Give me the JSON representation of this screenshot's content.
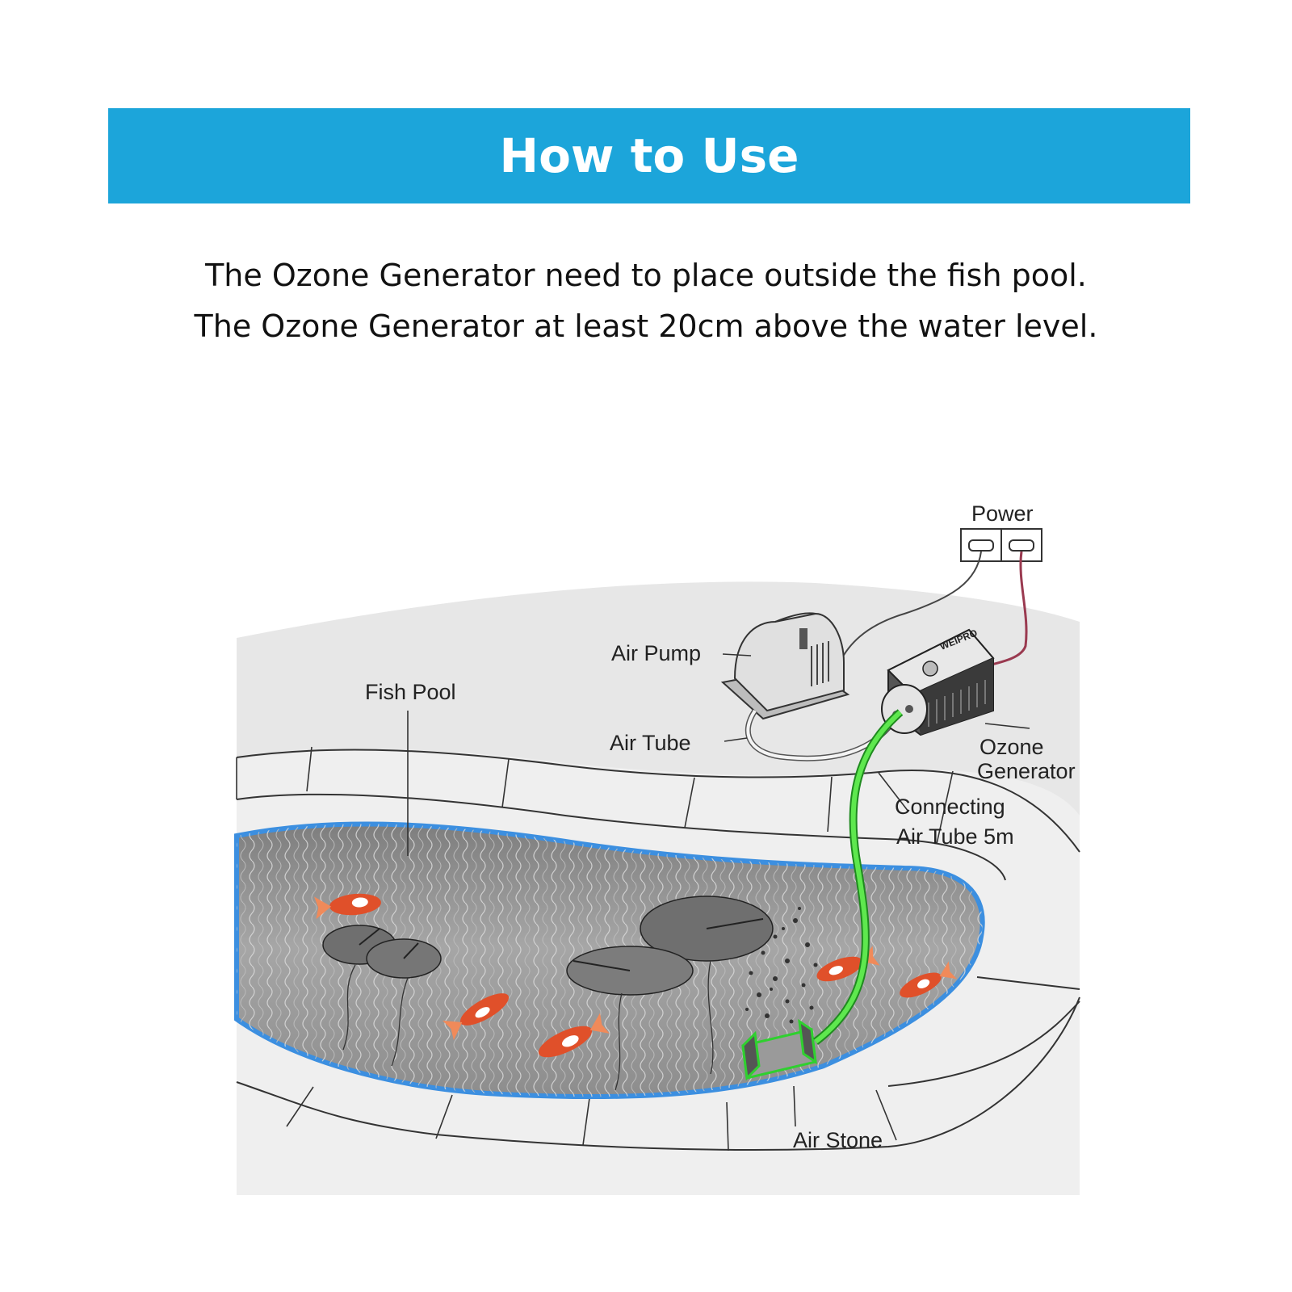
{
  "header": {
    "title": "How to Use"
  },
  "instructions": {
    "line1": "The Ozone Generator need to place outside the fish pool.",
    "line2": "The Ozone Generator at least 20cm above the water level."
  },
  "diagram": {
    "labels": {
      "power": "Power",
      "air_pump": "Air Pump",
      "air_tube": "Air Tube",
      "fish_pool": "Fish Pool",
      "ozone_generator_1": "Ozone",
      "ozone_generator_2": "Generator",
      "connecting_tube_1": "Connecting",
      "connecting_tube_2": "Air Tube 5m",
      "air_stone": "Air Stone"
    },
    "generator_brand": "WEIPRO",
    "icons": [
      "power-outlet-icon",
      "air-pump-icon",
      "ozone-generator-icon",
      "air-stone-icon",
      "koi-fish-icon",
      "lily-pad-icon"
    ],
    "colors": {
      "banner": "#1ca5da",
      "water_edge": "#3c8fe0",
      "connecting_tube": "#5ee84e",
      "power_cord_red": "#9a3a50",
      "fish": "#e0502a"
    }
  }
}
